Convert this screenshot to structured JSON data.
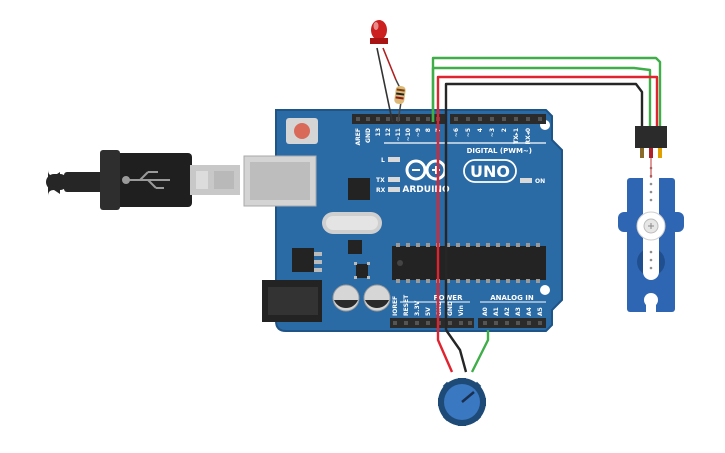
{
  "board": {
    "brand": "ARDUINO",
    "model": "UNO",
    "digital_header_label": "DIGITAL (PWM~)",
    "power_header_label": "POWER",
    "analog_header_label": "ANALOG IN",
    "on_label": "ON",
    "led_labels": {
      "l": "L",
      "tx": "TX",
      "rx": "RX"
    },
    "top_pins": [
      "AREF",
      "GND",
      "13",
      "12",
      "~11",
      "~10",
      "~9",
      "8",
      "7",
      "~6",
      "~5",
      "4",
      "~3",
      "2",
      "TX▸1",
      "RX◂0"
    ],
    "power_pins": [
      "IOREF",
      "RESET",
      "3.3V",
      "5V",
      "GND",
      "GND",
      "Vin"
    ],
    "analog_pins": [
      "A0",
      "A1",
      "A2",
      "A3",
      "A4",
      "A5"
    ]
  },
  "colors": {
    "board": "#2a6aa5",
    "board_edge": "#1f5486",
    "header": "#2b2b2b",
    "wire_red": "#e0232f",
    "wire_black": "#262626",
    "wire_green": "#3fae49",
    "led": "#cc1f1f",
    "servo": "#2f66b3",
    "knob": "#3a78c2"
  },
  "components": {
    "usb_cable": "usb-b-cable",
    "led": "red-led",
    "resistor": "resistor",
    "servo": "micro-servo",
    "potentiometer": "potentiometer"
  }
}
